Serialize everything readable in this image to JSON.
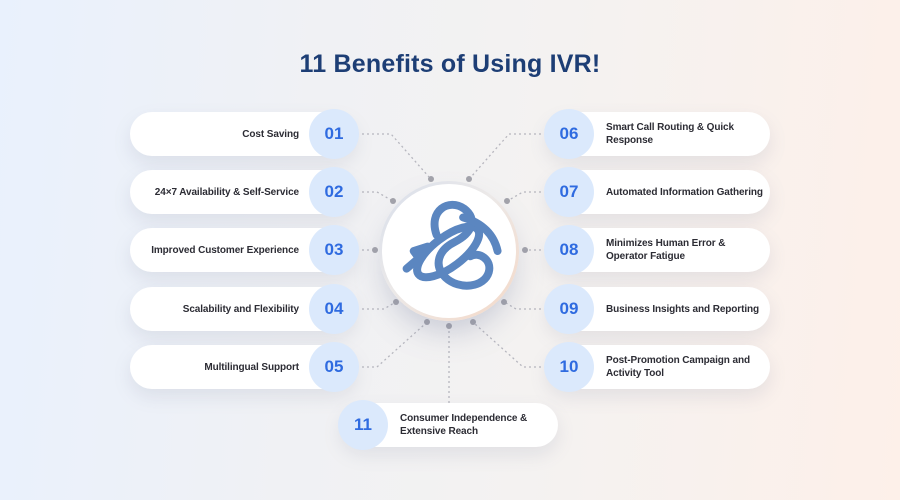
{
  "title": "11 Benefits of Using IVR!",
  "benefits": [
    {
      "num": "01",
      "label": "Cost Saving"
    },
    {
      "num": "02",
      "label": "24×7 Availability & Self-Service"
    },
    {
      "num": "03",
      "label": "Improved Customer Experience"
    },
    {
      "num": "04",
      "label": "Scalability and Flexibility"
    },
    {
      "num": "05",
      "label": "Multilingual Support"
    },
    {
      "num": "06",
      "label": "Smart Call Routing & Quick Response"
    },
    {
      "num": "07",
      "label": "Automated Information Gathering"
    },
    {
      "num": "08",
      "label": "Minimizes Human Error & Operator Fatigue"
    },
    {
      "num": "09",
      "label": "Business Insights and Reporting"
    },
    {
      "num": "10",
      "label": "Post-Promotion Campaign and Activity Tool"
    },
    {
      "num": "11",
      "label": "Consumer Independence & Extensive Reach"
    }
  ],
  "colors": {
    "title_navy": "#1d3e75",
    "accent_blue": "#2f6be0",
    "number_circle_bg": "#dbe9fc",
    "logo_blue": "#5b86c0",
    "connector_gray": "#b6b6be",
    "bg_left": "#e9f1fd",
    "bg_right": "#fdf0e9"
  },
  "center": {
    "logo": "ivr-knot-logo"
  }
}
